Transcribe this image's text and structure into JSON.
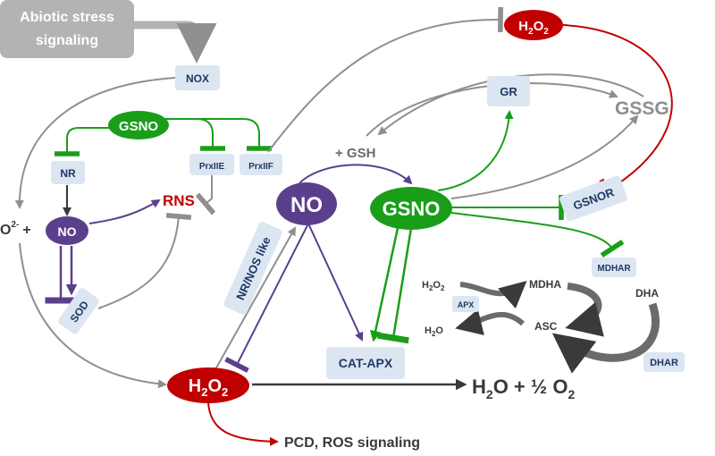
{
  "colors": {
    "gray": "#8f8f8f",
    "green": "#1a9e1a",
    "purple": "#5b3f8c",
    "red": "#c00000",
    "box_fill": "#dce6f2",
    "box_text": "#1f3864",
    "dark": "#3a3a3a"
  },
  "labels": {
    "abiotic": [
      "Abiotic stress",
      "signaling"
    ],
    "nox": "NOX",
    "gsno_small": "GSNO",
    "nr": "NR",
    "prxiie": "PrxIIE",
    "prxiif": "PrxIIF",
    "o2_base": "O",
    "o2_sup": "2-",
    "plus": "+",
    "no_small": "NO",
    "rns": "RNS",
    "sod": "SOD",
    "nr_nos_like": "NR/NOS like",
    "no_big": "NO",
    "plus_gsh": "+ GSH",
    "gsno_big": "GSNO",
    "gr": "GR",
    "gssg": "GSSG",
    "gsnor": "GSNOR",
    "mdhar": "MDHAR",
    "h2o2_top": {
      "base": "H",
      "sub1": "2",
      "mid": "O",
      "sub2": "2"
    },
    "h2o2_bottom": {
      "base": "H",
      "sub1": "2",
      "mid": "O",
      "sub2": "2"
    },
    "h2o2_small": {
      "base": "H",
      "sub1": "2",
      "mid": "O",
      "sub2": "2"
    },
    "apx": "APX",
    "h2o_small": {
      "base": "H",
      "sub1": "2",
      "mid": "O"
    },
    "mdha": "MDHA",
    "dha": "DHA",
    "asc": "ASC",
    "dhar": "DHAR",
    "cat_apx": "CAT-APX",
    "h2o_half": {
      "a": "H",
      "b": "2",
      "c": "O + ½ O",
      "d": "2"
    },
    "pcd": "PCD, ROS signaling"
  }
}
